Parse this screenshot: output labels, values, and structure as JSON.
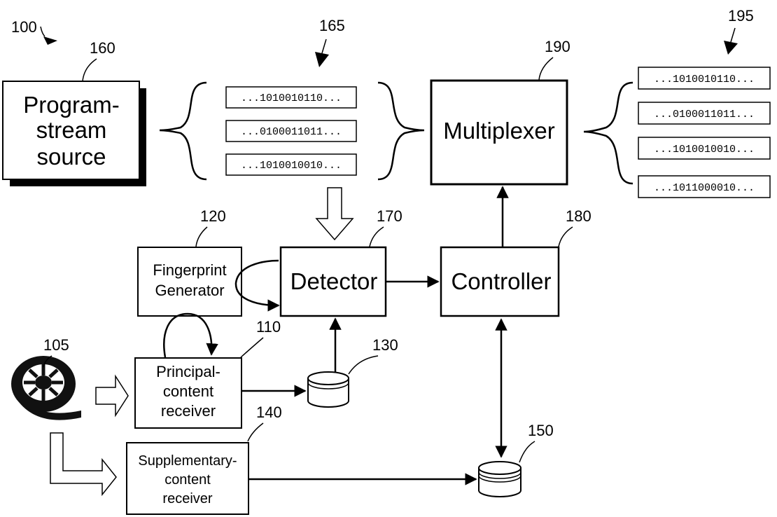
{
  "figure_label": "100",
  "blocks": {
    "program_source": {
      "ref": "160",
      "lines": [
        "Program-",
        "stream",
        "source"
      ]
    },
    "multiplexer": {
      "ref": "190",
      "label": "Multiplexer"
    },
    "fingerprint_generator": {
      "ref": "120",
      "lines": [
        "Fingerprint",
        "Generator"
      ]
    },
    "detector": {
      "ref": "170",
      "label": "Detector"
    },
    "controller": {
      "ref": "180",
      "label": "Controller"
    },
    "principal_receiver": {
      "ref": "110",
      "lines": [
        "Principal-",
        "content",
        "receiver"
      ]
    },
    "supplementary_receiver": {
      "ref": "140",
      "lines": [
        "Supplementary-",
        "content",
        "receiver"
      ]
    },
    "principal_database": {
      "ref": "130"
    },
    "supplementary_database": {
      "ref": "150"
    },
    "film_reel": {
      "ref": "105"
    }
  },
  "input_streams": {
    "ref": "165",
    "items": [
      "...1010010110...",
      "...0100011011...",
      "...1010010010..."
    ]
  },
  "output_streams": {
    "ref": "195",
    "items": [
      "...1010010110...",
      "...0100011011...",
      "...1010010010...",
      "...1011000010..."
    ]
  }
}
